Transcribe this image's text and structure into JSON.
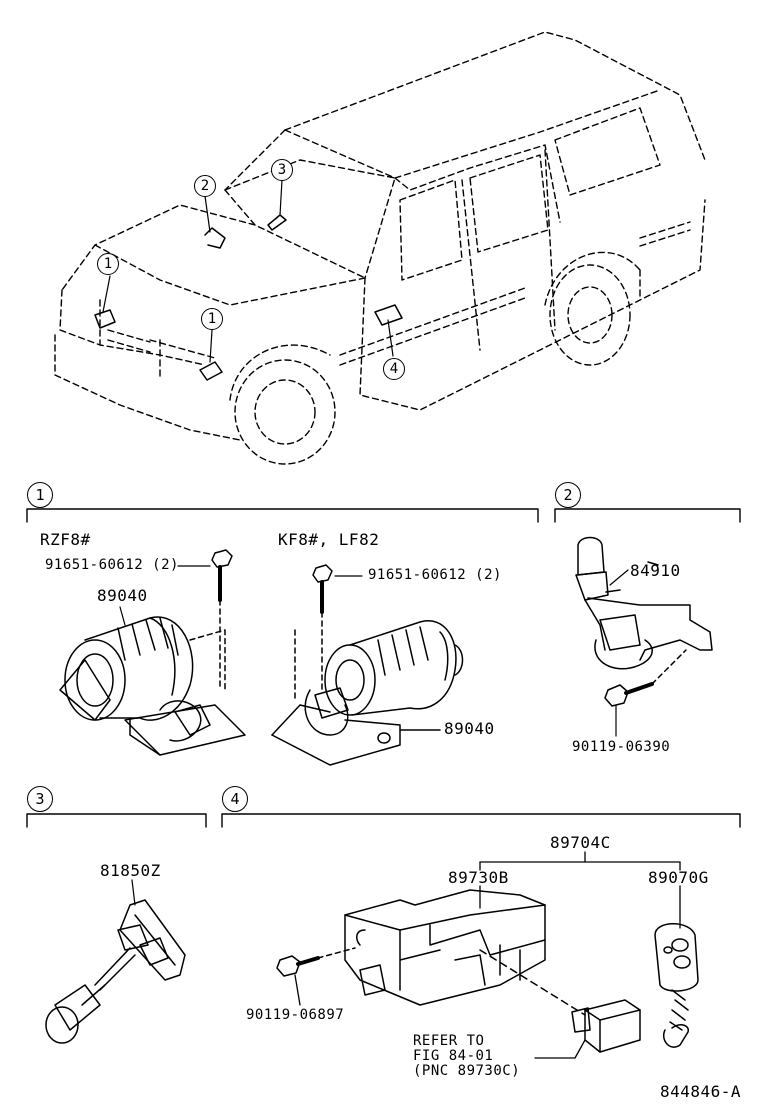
{
  "diagram_id": "844846-A",
  "vehicle_callouts": [
    "1",
    "2",
    "3",
    "1",
    "4"
  ],
  "section_numbers": [
    "1",
    "2",
    "3",
    "4"
  ],
  "section1": {
    "variant_left": "RZF8#",
    "variant_right": "KF8#, LF82",
    "bolt_left": "91651-60612 (2)",
    "horn_left": "89040",
    "bolt_right": "91651-60612 (2)",
    "horn_right": "89040"
  },
  "section2": {
    "switch": "84910",
    "bolt": "90119-06390"
  },
  "section3": {
    "switch": "81850Z"
  },
  "section4": {
    "kit": "89704C",
    "receiver": "89730B",
    "transmitter": "89070G",
    "bolt": "90119-06897",
    "refer_note": "REFER TO\nFIG 84-01\n(PNC 89730C)"
  }
}
